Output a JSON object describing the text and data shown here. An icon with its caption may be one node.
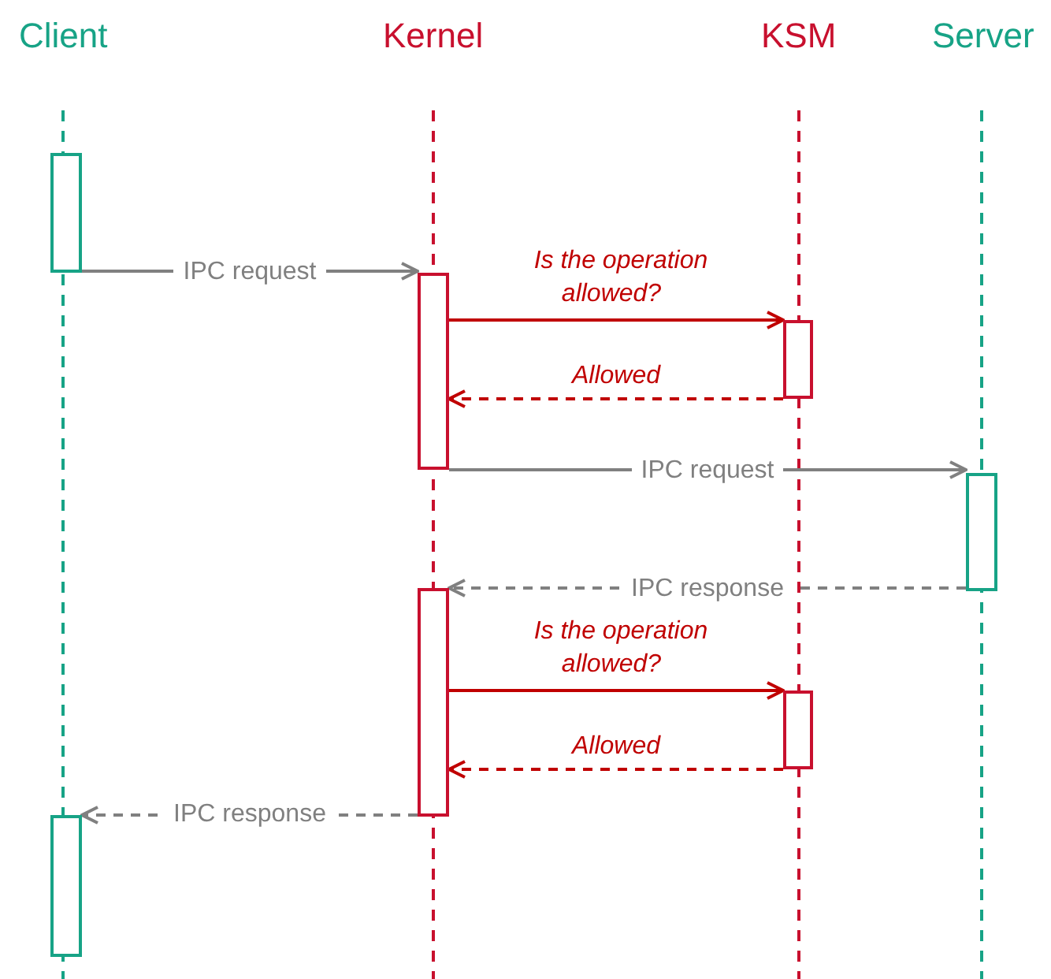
{
  "diagram": {
    "nodes": [
      {
        "text": [
          "Client"
        ]
      },
      {
        "text": [
          "Kernel"
        ]
      },
      {
        "text": [
          "KSM"
        ]
      },
      {
        "text": [
          "Server"
        ]
      },
      {
        "text": [],
        "shape": "box"
      },
      {
        "text": [],
        "shape": "box"
      },
      {
        "text": [],
        "shape": "box"
      },
      {
        "text": [],
        "shape": "box"
      },
      {
        "text": [],
        "shape": "box"
      },
      {
        "text": [],
        "shape": "box"
      },
      {
        "text": [],
        "shape": "box"
      }
    ],
    "edges": [
      {
        "from": 4,
        "to": 5,
        "arrow": "to",
        "label": "IPC request",
        "color": "#808080"
      },
      {
        "from": 5,
        "to": 6,
        "arrow": "to",
        "label": "Is the operation allowed?",
        "color": "#c00000"
      },
      {
        "from": 6,
        "to": 5,
        "arrow": "to",
        "label": "Allowed",
        "style": "dashed",
        "color": "#c00000"
      },
      {
        "from": 5,
        "to": 7,
        "arrow": "to",
        "label": "IPC request",
        "color": "#808080"
      },
      {
        "from": 7,
        "to": 8,
        "arrow": "to",
        "label": "IPC response",
        "style": "dashed",
        "color": "#808080"
      },
      {
        "from": 8,
        "to": 9,
        "arrow": "to",
        "label": "Is the operation allowed?",
        "color": "#c00000"
      },
      {
        "from": 9,
        "to": 8,
        "arrow": "to",
        "label": "Allowed",
        "style": "dashed",
        "color": "#c00000"
      },
      {
        "from": 8,
        "to": 10,
        "arrow": "to",
        "label": "IPC response",
        "style": "dashed",
        "color": "#808080"
      }
    ]
  }
}
